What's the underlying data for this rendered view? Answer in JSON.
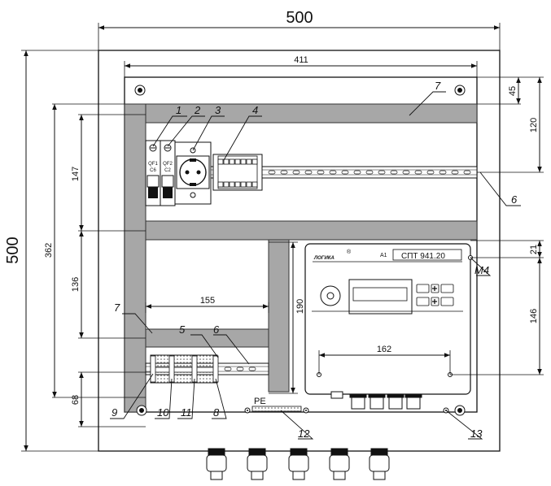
{
  "dimensions": {
    "overall_width": "500",
    "overall_height": "500",
    "inner_width": "411",
    "rail_spacing_upper": "147",
    "rail_spacing_lower": "136",
    "inner_height": "362",
    "top_offset": "45",
    "rail_from_top": "120",
    "meter_top_gap": "21",
    "meter_hole_spacing_v": "146",
    "meter_hole_spacing_h": "162",
    "channel_length": "155",
    "channel_height": "190",
    "bottom_rail_height": "68"
  },
  "callouts": [
    "1",
    "2",
    "3",
    "4",
    "5",
    "6",
    "7",
    "8",
    "9",
    "10",
    "11",
    "12",
    "13",
    "M4"
  ],
  "breakers": [
    {
      "label": "QF1",
      "rating": "C6"
    },
    {
      "label": "QF2",
      "rating": "C2"
    }
  ],
  "meter": {
    "model": "СПТ 941.20",
    "designator": "A1",
    "brand": "ЛОГИКА",
    "registered": "®"
  },
  "pe_label": "PE"
}
